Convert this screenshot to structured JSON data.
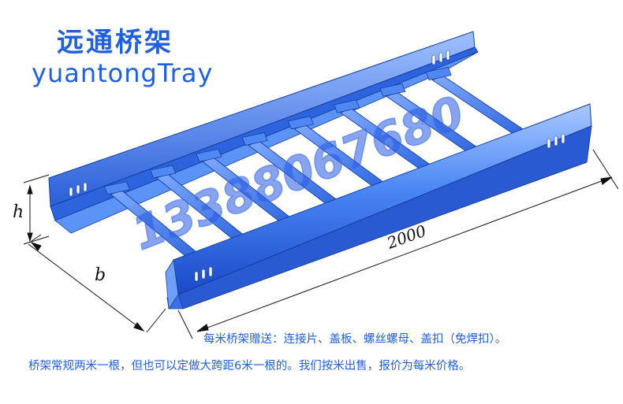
{
  "brand": {
    "name_cn": "远通桥架",
    "name_en": "yuantongTray"
  },
  "drawing": {
    "dim_length": "2000",
    "dim_height": "h",
    "dim_width": "b"
  },
  "watermark": {
    "phone": "13388067680"
  },
  "captions": {
    "line1": "每米桥架赠送：连接片、盖板、螺丝螺母、盖扣（免焊扣）。",
    "line2": "桥架常规两米一根，但也可以定做大跨距6米一根的。我们按米出售，报价为每米价格。"
  },
  "colors": {
    "rail_light": "#8fb8ff",
    "rail_mid": "#3f7ef3",
    "rail_dark": "#1a49c8",
    "text_blue": "#1f5fe0"
  }
}
